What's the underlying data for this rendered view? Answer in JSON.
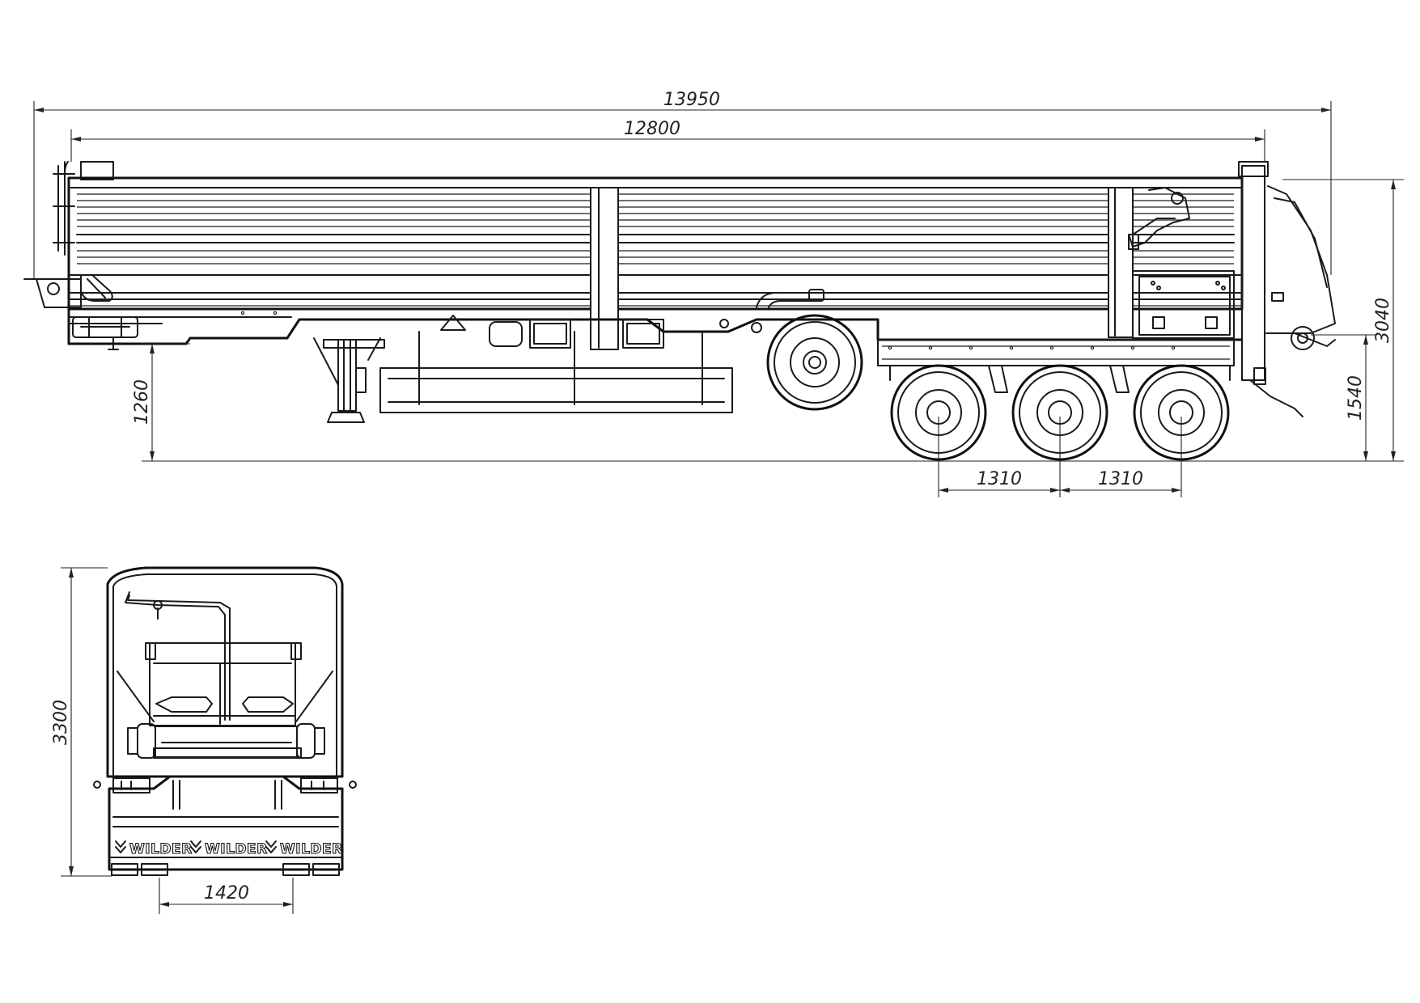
{
  "dimensions": {
    "overall_length": "13950",
    "body_length": "12800",
    "total_height": "3040",
    "coupling_height": "1540",
    "front_height": "1260",
    "axle_spacing_1": "1310",
    "axle_spacing_2": "1310",
    "rear_height": "3300",
    "track_width": "1420"
  },
  "brand": {
    "mudflap_text": "WILDER"
  }
}
